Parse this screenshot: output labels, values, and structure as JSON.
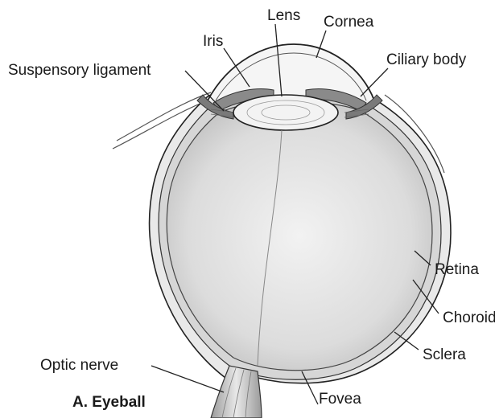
{
  "labels": {
    "lens": "Lens",
    "cornea": "Cornea",
    "iris": "Iris",
    "suspensory_ligament": "Suspensory ligament",
    "ciliary_body": "Ciliary body",
    "retina": "Retina",
    "choroid": "Choroid",
    "sclera": "Sclera",
    "optic_nerve": "Optic nerve",
    "fovea": "Fovea"
  },
  "caption": "A. Eyeball"
}
